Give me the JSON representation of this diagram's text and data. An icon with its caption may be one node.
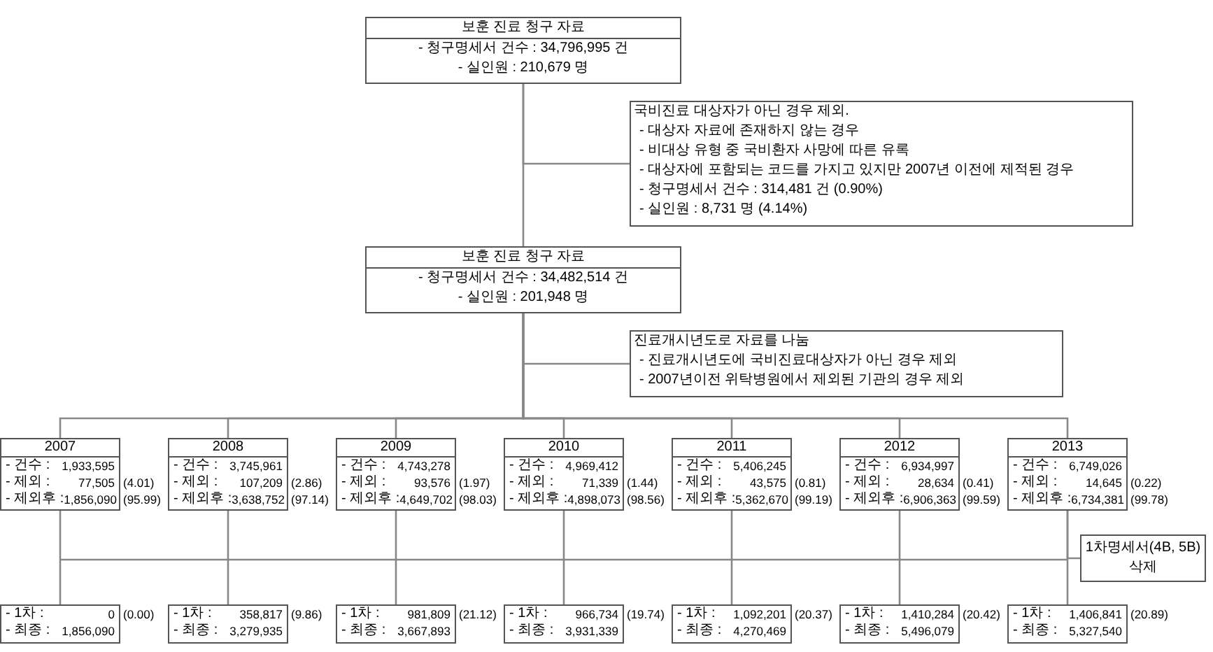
{
  "diagram": {
    "nodes": [
      {
        "text": [
          "보훈 진료 청구 자료",
          "- 청구명세서 건수 : 34,796,995 건",
          "- 실인원 : 210,679 명"
        ]
      },
      {
        "text": [
          "국비진료 대상자가 아닌 경우 제외.",
          "- 대상자 자료에 존재하지 않는 경우",
          "- 비대상 유형 중 국비환자 사망에 따른 유록",
          "- 대상자에 포함되는 코드를 가지고 있지만 2007년 이전에 제적된 경우",
          "- 청구명세서 건수 : 314,481 건 (0.90%)",
          "- 실인원 : 8,731 명 (4.14%)"
        ]
      },
      {
        "text": [
          "보훈 진료 청구 자료",
          "- 청구명세서 건수 : 34,482,514 건",
          "- 실인원 : 201,948 명"
        ]
      },
      {
        "text": [
          "진료개시년도로 자료를 나눔",
          "- 진료개시년도에 국비진료대상자가 아닌 경우 제외",
          "- 2007년이전 위탁병원에서 제외된 기관의 경우 제외"
        ]
      },
      {
        "text": [
          "2007",
          "- 건수 :",
          "1,933,595",
          "- 제외 :",
          "77,505",
          "- 제외후 :",
          "1,856,090"
        ],
        "beside": [
          "(4.01)",
          "(95.99)"
        ]
      },
      {
        "text": [
          "2008",
          "- 건수 :",
          "3,745,961",
          "- 제외 :",
          "107,209",
          "- 제외후 :",
          "3,638,752"
        ],
        "beside": [
          "(2.86)",
          "(97.14)"
        ]
      },
      {
        "text": [
          "2009",
          "- 건수 :",
          "4,743,278",
          "- 제외 :",
          "93,576",
          "- 제외후 :",
          "4,649,702"
        ],
        "beside": [
          "(1.97)",
          "(98.03)"
        ]
      },
      {
        "text": [
          "2010",
          "- 건수 :",
          "4,969,412",
          "- 제외 :",
          "71,339",
          "- 제외후 :",
          "4,898,073"
        ],
        "beside": [
          "(1.44)",
          "(98.56)"
        ]
      },
      {
        "text": [
          "2011",
          "- 건수 :",
          "5,406,245",
          "- 제외 :",
          "43,575",
          "- 제외후 :",
          "5,362,670"
        ],
        "beside": [
          "(0.81)",
          "(99.19)"
        ]
      },
      {
        "text": [
          "2012",
          "- 건수 :",
          "6,934,997",
          "- 제외 :",
          "28,634",
          "- 제외후 :",
          "6,906,363"
        ],
        "beside": [
          "(0.41)",
          "(99.59)"
        ]
      },
      {
        "text": [
          "2013",
          "- 건수 :",
          "6,749,026",
          "- 제외 :",
          "14,645",
          "- 제외후 :",
          "6,734,381"
        ],
        "beside": [
          "(0.22)",
          "(99.78)"
        ]
      },
      {
        "text": [
          "1차명세서(4B, 5B) 삭제"
        ]
      },
      {
        "text": [
          "- 1차 :",
          "0",
          "- 최종 :",
          "1,856,090"
        ],
        "beside": [
          "(0.00)"
        ]
      },
      {
        "text": [
          "- 1차 :",
          "358,817",
          "- 최종 :",
          "3,279,935"
        ],
        "beside": [
          "(9.86)"
        ]
      },
      {
        "text": [
          "- 1차 :",
          "981,809",
          "- 최종 :",
          "3,667,893"
        ],
        "beside": [
          "(21.12)"
        ]
      },
      {
        "text": [
          "- 1차 :",
          "966,734",
          "- 최종 :",
          "3,931,339"
        ],
        "beside": [
          "(19.74)"
        ]
      },
      {
        "text": [
          "- 1차 :",
          "1,092,201",
          "- 최종 :",
          "4,270,469"
        ],
        "beside": [
          "(20.37)"
        ]
      },
      {
        "text": [
          "- 1차 :",
          "1,410,284",
          "- 최종 :",
          "5,496,079"
        ],
        "beside": [
          "(20.42)"
        ]
      },
      {
        "text": [
          "- 1차 :",
          "1,406,841",
          "- 최종 :",
          "5,327,540"
        ],
        "beside": [
          "(20.89)"
        ]
      }
    ],
    "edges": [
      {
        "from": 0,
        "to": 2,
        "arrow": "none"
      },
      {
        "from": 0,
        "to": 1,
        "arrow": "none"
      },
      {
        "from": 2,
        "to": 3,
        "arrow": "none"
      },
      {
        "from": 2,
        "to": 4,
        "arrow": "none"
      },
      {
        "from": 2,
        "to": 5,
        "arrow": "none"
      },
      {
        "from": 2,
        "to": 6,
        "arrow": "none"
      },
      {
        "from": 2,
        "to": 7,
        "arrow": "none"
      },
      {
        "from": 2,
        "to": 8,
        "arrow": "none"
      },
      {
        "from": 2,
        "to": 9,
        "arrow": "none"
      },
      {
        "from": 2,
        "to": 10,
        "arrow": "none"
      },
      {
        "from": 4,
        "to": 12,
        "arrow": "none"
      },
      {
        "from": 5,
        "to": 13,
        "arrow": "none"
      },
      {
        "from": 6,
        "to": 14,
        "arrow": "none"
      },
      {
        "from": 7,
        "to": 15,
        "arrow": "none"
      },
      {
        "from": 8,
        "to": 16,
        "arrow": "none"
      },
      {
        "from": 9,
        "to": 17,
        "arrow": "none"
      },
      {
        "from": 10,
        "to": 18,
        "arrow": "none"
      },
      {
        "from": 10,
        "to": 11,
        "arrow": "none"
      }
    ]
  }
}
